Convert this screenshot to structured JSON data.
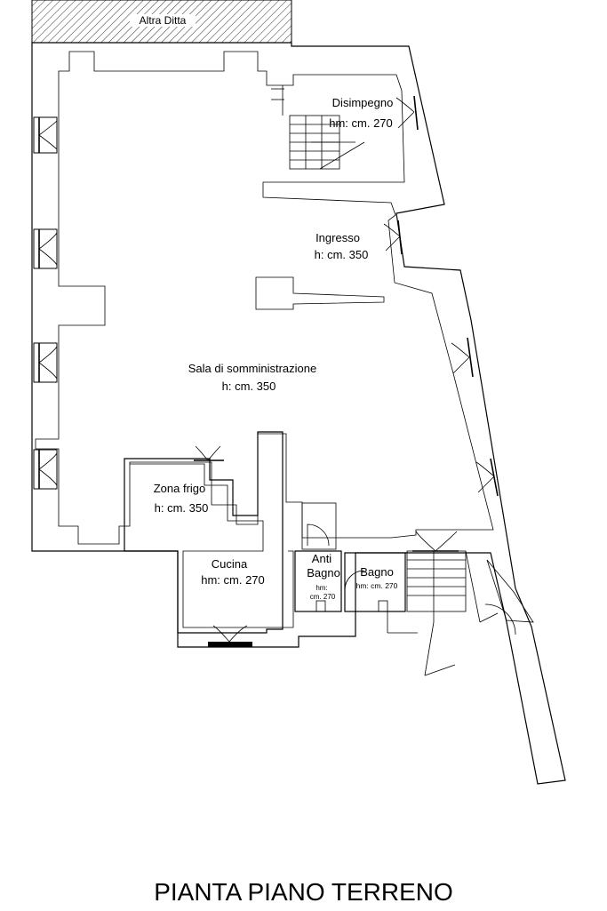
{
  "plan": {
    "title": "PIANTA PIANO TERRENO",
    "neighbor": "Altra Ditta",
    "rooms": {
      "disimpegno": {
        "name": "Disimpegno",
        "height": "hm: cm. 270"
      },
      "ingresso": {
        "name": "Ingresso",
        "height": "h: cm. 350"
      },
      "sala": {
        "name": "Sala di somministrazione",
        "height": "h: cm. 350"
      },
      "frigo": {
        "name": "Zona frigo",
        "height": "h: cm. 350"
      },
      "cucina": {
        "name": "Cucina",
        "height": "hm: cm. 270"
      },
      "antibagno": {
        "name_line1": "Anti",
        "name_line2": "Bagno",
        "height_line1": "hm:",
        "height_line2": "cm. 270"
      },
      "bagno": {
        "name": "Bagno",
        "height": "hm: cm. 270"
      }
    }
  }
}
